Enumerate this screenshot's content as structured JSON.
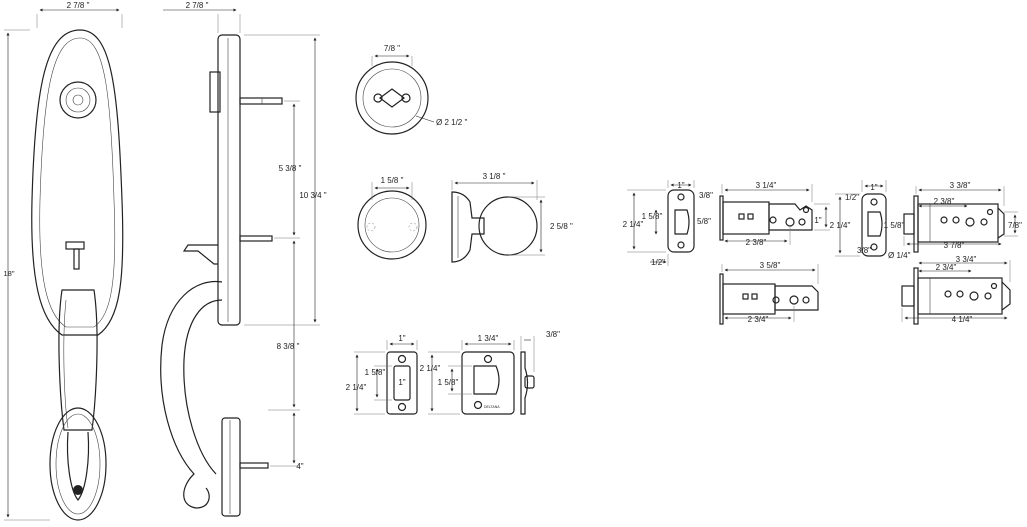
{
  "handleset": {
    "front_width": "2 7/8 \"",
    "side_width": "2 7/8 \"",
    "overall_height": "18\"",
    "plate_height": "10 3/4 \"",
    "upper_spacing": "5 3/8 \"",
    "lower_spacing": "8 3/8 \"",
    "bottom_spacing": "4\""
  },
  "deadbolt_rose": {
    "inner": "7/8 \"",
    "diameter": "Ø 2 1/2 \""
  },
  "knob": {
    "rose": "1 5/8 \"",
    "projection": "3 1/8 \"",
    "diameter": "2 5/8 \""
  },
  "strike_small": {
    "width": "1\"",
    "height": "2 1/4\"",
    "opening_h": "1 5/8\"",
    "opening_w": "1\""
  },
  "strike_large": {
    "width": "1 3/4\"",
    "height": "2 1/4\"",
    "opening_h": "1 5/8\"",
    "depth": "3/8\""
  },
  "latch_top": {
    "face_w": "1\"",
    "face_h": "2 1/4\"",
    "opening": "1 5/8\"",
    "offset": "3/8\"",
    "bolt": "5/8\"",
    "bottom": "1/2\"",
    "length": "3 1/4\"",
    "backset": "2 3/8\"",
    "height": "1\""
  },
  "latch_bottom": {
    "length": "3 5/8\"",
    "backset": "2 3/4\""
  },
  "deadlatch_top": {
    "face_w": "1\"",
    "face_top": "1/2\"",
    "face_h": "2 1/4\"",
    "opening": "1 5/8\"",
    "offset": "3/8\"",
    "hole": "Ø 1/4\"",
    "length": "3 3/8\"",
    "backset": "2 3/8\"",
    "height": "7/8\"",
    "total": "3 7/8\""
  },
  "deadlatch_bottom": {
    "length": "3 3/4\"",
    "backset": "2 3/4\"",
    "total": "4 1/4\""
  }
}
